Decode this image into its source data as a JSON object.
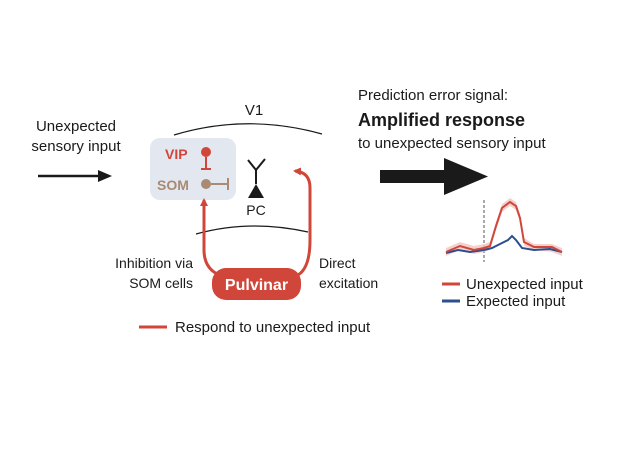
{
  "input": {
    "line1": "Unexpected",
    "line2": "sensory input"
  },
  "region": {
    "name": "V1"
  },
  "cells": {
    "vip": "VIP",
    "som": "SOM",
    "pc": "PC"
  },
  "pulvinar": {
    "label": "Pulvinar"
  },
  "pathways": {
    "inhibition_line1": "Inhibition via",
    "inhibition_line2": "SOM cells",
    "direct_line1": "Direct",
    "direct_line2": "excitation"
  },
  "output": {
    "line1": "Prediction error signal:",
    "line2": "Amplified response",
    "line3": "to unexpected sensory input"
  },
  "legend": {
    "respond": "Respond to unexpected input",
    "unexpected": "Unexpected input",
    "expected": "Expected input"
  },
  "colors": {
    "red": "#d0463a",
    "blue": "#2c4f8e",
    "som_brown": "#a88b72",
    "panel": "#e3e7ef",
    "black": "#1a1a1a"
  }
}
